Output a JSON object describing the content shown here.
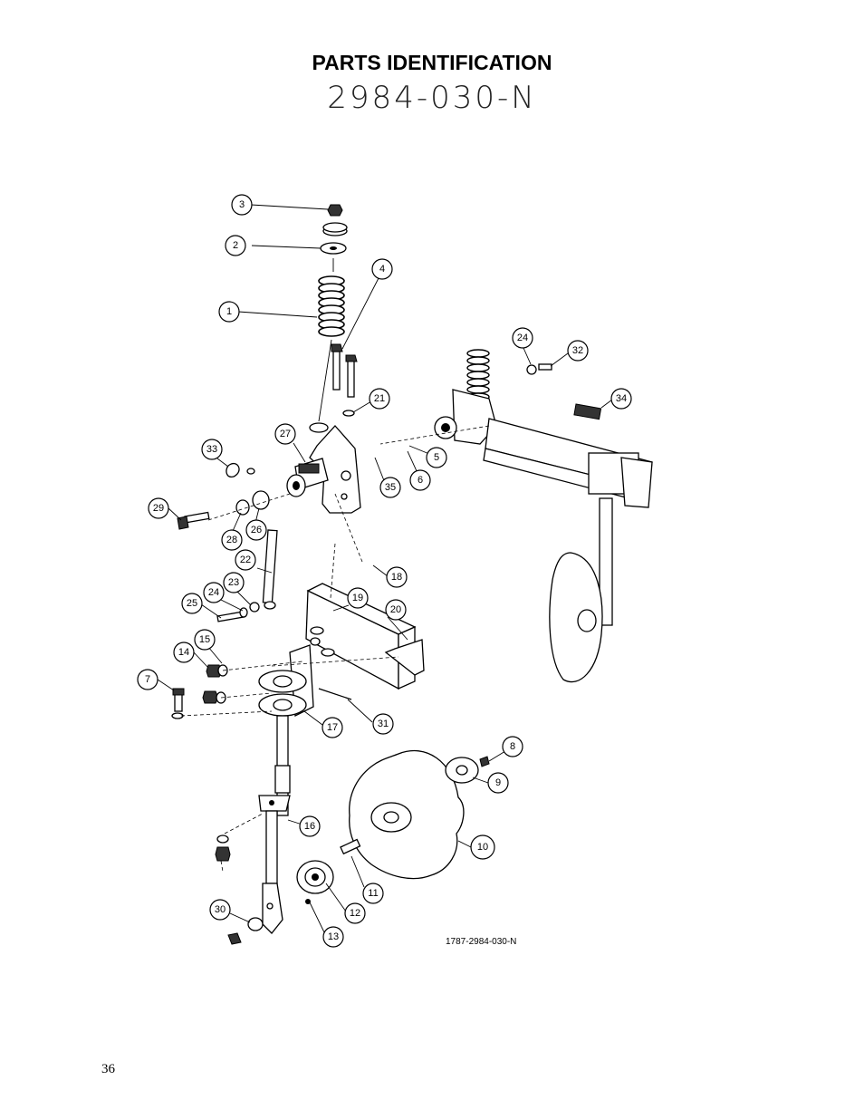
{
  "title": "PARTS IDENTIFICATION",
  "drawing_number": "2984-030-N",
  "drawing_reference": "1787-2984-030-N",
  "page_number": "36",
  "callouts": [
    "1",
    "2",
    "3",
    "4",
    "5",
    "6",
    "7",
    "8",
    "9",
    "10",
    "11",
    "12",
    "13",
    "14",
    "15",
    "16",
    "17",
    "18",
    "19",
    "20",
    "21",
    "22",
    "23",
    "24",
    "24",
    "25",
    "26",
    "27",
    "28",
    "29",
    "30",
    "31",
    "32",
    "33",
    "34",
    "35"
  ]
}
